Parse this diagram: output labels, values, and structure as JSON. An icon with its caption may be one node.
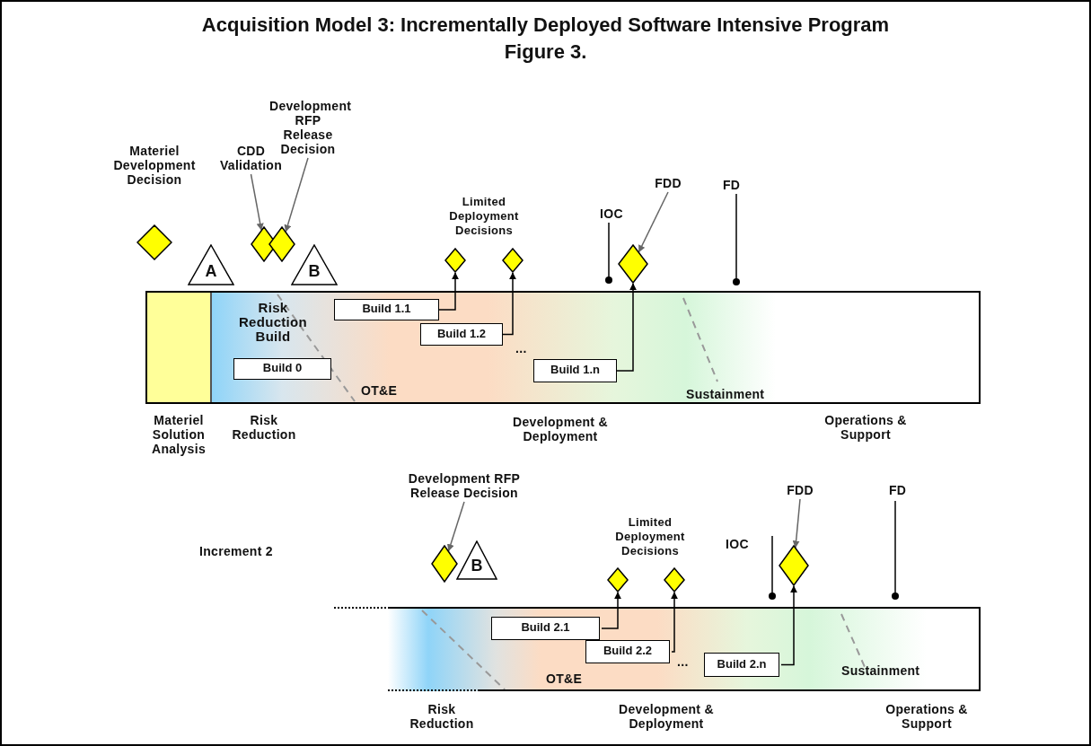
{
  "diagram": {
    "title": "Acquisition Model 3: Incrementally Deployed Software Intensive Program",
    "caption": "Figure 3.",
    "nodes": [
      {
        "text": [
          "Materiel Development Decision"
        ]
      },
      {
        "text": [
          "A"
        ]
      },
      {
        "text": [
          "CDD Validation"
        ]
      },
      {
        "text": [],
        "shape": "diamond"
      },
      {
        "text": [
          "Development RFP Release Decision"
        ]
      },
      {
        "text": [],
        "shape": "diamond"
      },
      {
        "text": [
          "B"
        ]
      },
      {
        "text": [],
        "shape": "diamond"
      },
      {
        "text": [],
        "shape": "diamond"
      },
      {
        "text": [
          "FDD"
        ]
      },
      {
        "text": [],
        "shape": "diamond"
      },
      {
        "text": [],
        "shape": "bar"
      },
      {
        "text": [
          "Build 0"
        ],
        "in": 11
      },
      {
        "text": [
          "Build 1.1"
        ],
        "in": 11
      },
      {
        "text": [
          "Build 1.2"
        ],
        "in": 11
      },
      {
        "text": [
          "Build 1.n"
        ],
        "in": 11
      },
      {
        "text": [
          "Development RFP Release Decision"
        ]
      },
      {
        "text": [],
        "shape": "diamond"
      },
      {
        "text": [
          "B"
        ]
      },
      {
        "text": [],
        "shape": "diamond"
      },
      {
        "text": [],
        "shape": "diamond"
      },
      {
        "text": [
          "FDD"
        ]
      },
      {
        "text": [],
        "shape": "diamond"
      },
      {
        "text": [],
        "shape": "bar"
      },
      {
        "text": [
          "Build 2.1"
        ],
        "in": 23
      },
      {
        "text": [
          "Build 2.2"
        ],
        "in": 23
      },
      {
        "text": [
          "Build 2.n"
        ],
        "in": 23
      }
    ],
    "edges": [
      {
        "from": 2,
        "to": 3,
        "arrow": "to",
        "color": "#666666"
      },
      {
        "from": 4,
        "to": 5,
        "arrow": "to",
        "color": "#666666"
      },
      {
        "from": 9,
        "to": 10,
        "arrow": "to",
        "color": "#666666"
      },
      {
        "from": 13,
        "to": 7,
        "arrow": "to"
      },
      {
        "from": 14,
        "to": 8,
        "arrow": "to"
      },
      {
        "from": 15,
        "to": 10,
        "arrow": "to"
      },
      {
        "from": 16,
        "to": 17,
        "arrow": "to",
        "color": "#666666"
      },
      {
        "from": 21,
        "to": 22,
        "arrow": "to",
        "color": "#666666"
      },
      {
        "from": 24,
        "to": 19,
        "arrow": "to"
      },
      {
        "from": 25,
        "to": 20,
        "arrow": "to"
      },
      {
        "from": 26,
        "to": 22,
        "arrow": "to"
      }
    ],
    "labels": [
      "Limited Deployment Decisions",
      "IOC",
      "FD",
      "Risk Reduction Build",
      "...",
      "OT&E",
      "Sustainment",
      "Materiel Solution Analysis",
      "Risk Reduction",
      "Development & Deployment",
      "Operations & Support",
      "Limited Deployment Decisions",
      "IOC",
      "FD",
      "Increment 2",
      "...",
      "OT&E",
      "Sustainment",
      "Risk Reduction",
      "Development & Deployment",
      "Operations & Support"
    ]
  }
}
